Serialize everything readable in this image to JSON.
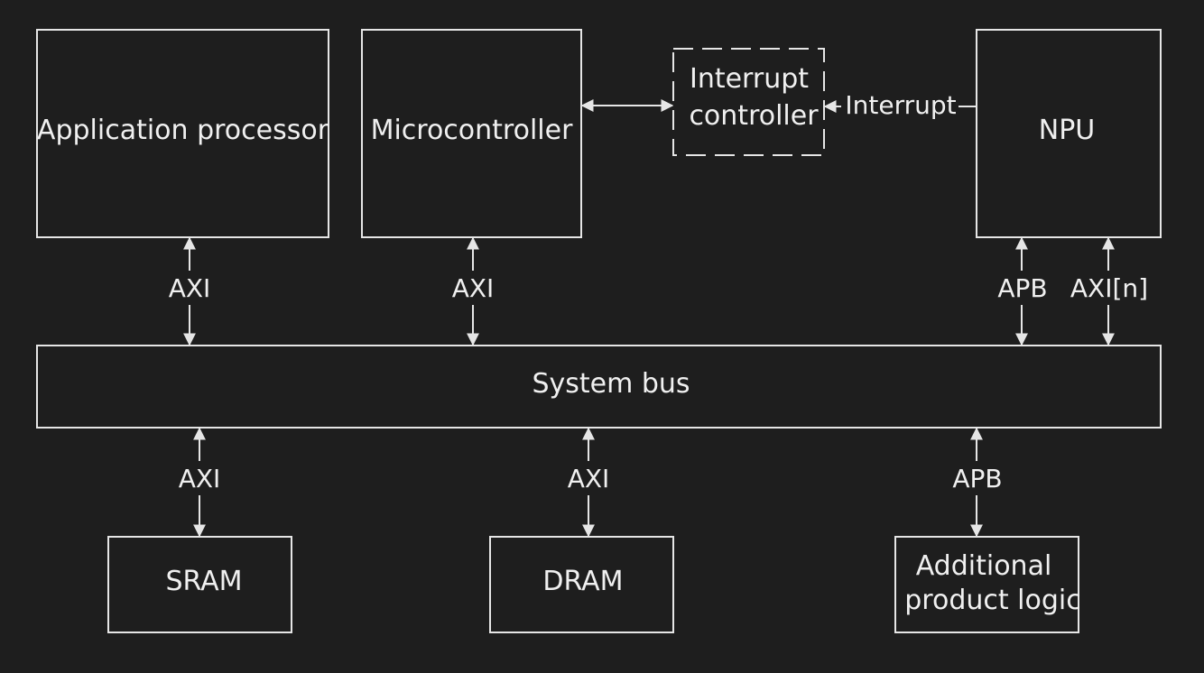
{
  "nodes": {
    "app_processor": "Application processor",
    "microcontroller": "Microcontroller",
    "interrupt_controller_line1": "Interrupt",
    "interrupt_controller_line2": "controller",
    "npu": "NPU",
    "system_bus": "System bus",
    "sram": "SRAM",
    "dram": "DRAM",
    "additional_line1": "Additional",
    "additional_line2": "product logic"
  },
  "edges": {
    "interrupt": "Interrupt",
    "app_axi": "AXI",
    "mcu_axi": "AXI",
    "npu_apb": "APB",
    "npu_axi": "AXI[n]",
    "sram_axi": "AXI",
    "dram_axi": "AXI",
    "additional_apb": "APB"
  },
  "colors": {
    "background": "#1e1e1e",
    "stroke": "#e6e6e6",
    "text": "#f0f0f0"
  }
}
